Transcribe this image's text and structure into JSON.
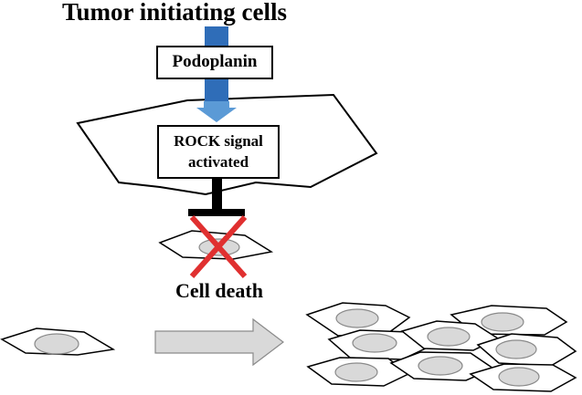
{
  "title": "Tumor initiating cells",
  "nodes": {
    "podoplanin": "Podoplanin",
    "rock_line1": "ROCK signal",
    "rock_line2": "activated",
    "cell_death": "Cell death"
  },
  "colors": {
    "podoplanin_bar": "#2f6db8",
    "arrow_down": "#5b9ad6",
    "inhibition": "#000000",
    "cross": "#e03030",
    "cell_outline": "#000000",
    "cell_fill": "#ffffff",
    "nucleus_fill": "#d9d9d9",
    "nucleus_stroke": "#8a8a8a",
    "proliferation_arrow": "#d9d9d9"
  }
}
